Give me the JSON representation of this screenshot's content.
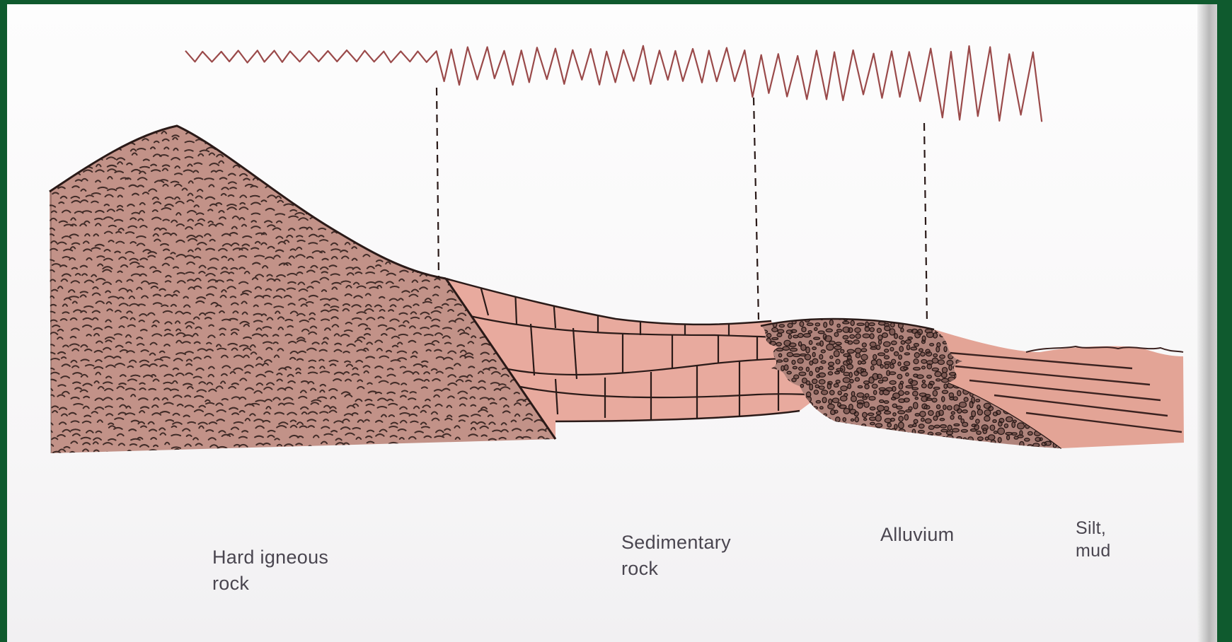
{
  "labels": {
    "hard_igneous_rock": [
      "Hard igneous",
      "rock"
    ],
    "sedimentary_rock": [
      "Sedimentary",
      "rock"
    ],
    "alluvium": [
      "Alluvium"
    ],
    "silt_mud": [
      "Silt,",
      "mud"
    ]
  },
  "colors": {
    "igneous_fill": "#c29288",
    "sedimentary_fill": "#e8aa9e",
    "alluvium_fill": "#b0847c",
    "silt_fill": "#e3a496",
    "ink": "#2a1a18",
    "seismic_trace": "#9a4a4a"
  }
}
